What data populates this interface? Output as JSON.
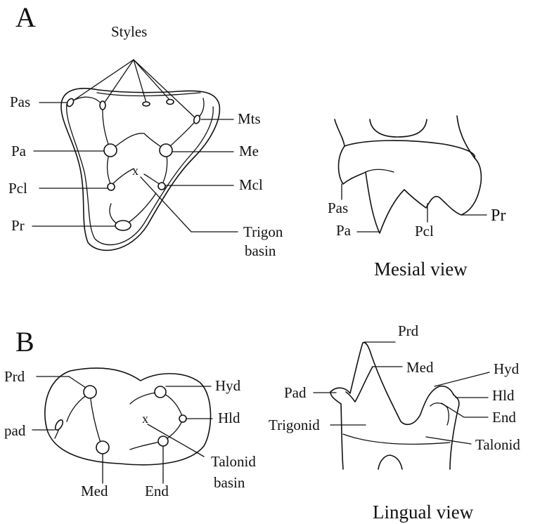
{
  "panel_a": {
    "letter": "A",
    "styles_label": "Styles",
    "left_labels": {
      "pas": "Pas",
      "pa": "Pa",
      "pcl": "Pcl",
      "pr": "Pr"
    },
    "right_labels": {
      "mts": "Mts",
      "me": "Me",
      "mcl": "Mcl",
      "trigon_1": "Trigon",
      "trigon_2": "basin"
    },
    "mesial": {
      "pas": "Pas",
      "pa": "Pa",
      "pcl": "Pcl",
      "pr": "Pr",
      "caption": "Mesial view"
    }
  },
  "panel_b": {
    "letter": "B",
    "left_labels": {
      "prd": "Prd",
      "pad": "pad",
      "med": "Med",
      "end": "End"
    },
    "right_labels": {
      "hyd": "Hyd",
      "hld": "Hld",
      "talonid_1": "Talonid",
      "talonid_2": "basin"
    },
    "lingual": {
      "prd": "Prd",
      "med": "Med",
      "hyd": "Hyd",
      "pad": "Pad",
      "hld": "Hld",
      "end": "End",
      "trigonid": "Trigonid",
      "talonid": "Talonid",
      "caption": "Lingual view"
    }
  }
}
